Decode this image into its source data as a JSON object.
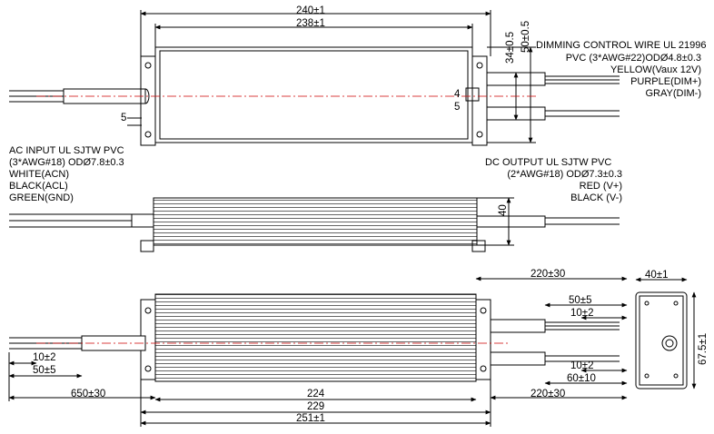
{
  "dimensions": {
    "top_overall": "240±1",
    "top_body": "238±1",
    "top_height_34": "34±0.5",
    "top_height_50": "50±0.5",
    "top_slot_4": "4",
    "top_slot_5_right": "5",
    "top_slot_5_left": "5",
    "side_height": "40",
    "bottom_dc_cable": "220±30",
    "bottom_strip_50": "50±5",
    "bottom_strip_10_top": "10±2",
    "bottom_strip_10_bot": "10±2",
    "bottom_strip_60": "60±10",
    "bottom_dc_cable_lower": "220±30",
    "bottom_ac_strip_10": "10±2",
    "bottom_ac_strip_50": "50±5",
    "bottom_ac_cable": "650±30",
    "bottom_224": "224",
    "bottom_229": "229",
    "bottom_251": "251±1",
    "endview_width": "40±1",
    "endview_height": "67.5±1"
  },
  "labels": {
    "dimming_title": "DIMMING CONTROL WIRE UL 21996",
    "dimming_spec": "PVC (3*AWG#22)ODØ4.8±0.3",
    "dimming_yellow": "YELLOW(Vaux 12V)",
    "dimming_purple": "PURPLE(DIM+)",
    "dimming_gray": "GRAY(DIM-)",
    "ac_title": "AC INPUT UL SJTW  PVC",
    "ac_spec": "(3*AWG#18) ODØ7.8±0.3",
    "ac_white": "WHITE(ACN)",
    "ac_black": "BLACK(ACL)",
    "ac_green": "GREEN(GND)",
    "dc_title": "DC OUTPUT UL SJTW  PVC",
    "dc_spec": "(2*AWG#18) ODØ7.3±0.3",
    "dc_red": "RED  (V+)",
    "dc_black": "BLACK (V-)"
  },
  "colors": {
    "line": "#000000",
    "centerline": "#cc0000",
    "background": "#ffffff"
  }
}
